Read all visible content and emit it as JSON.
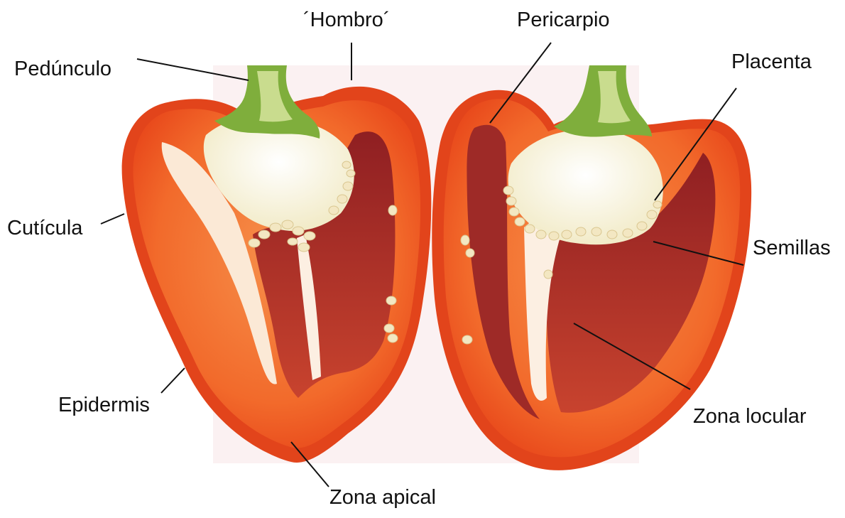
{
  "colors": {
    "skin": "#ec4d1c",
    "flesh": "#f26a2b",
    "locule": "#b8342a",
    "placenta": "#fbf6e4",
    "stem": "#7fae3c",
    "seed": "#f3e7c2",
    "leader": "#111111"
  },
  "labels": {
    "hombro": "´Hombro´",
    "pericarpio": "Pericarpio",
    "pedunculo": "Pedúnculo",
    "placenta": "Placenta",
    "cuticula": "Cutícula",
    "semillas": "Semillas",
    "epidermis": "Epidermis",
    "zona_locular": "Zona locular",
    "zona_apical": "Zona apical"
  }
}
